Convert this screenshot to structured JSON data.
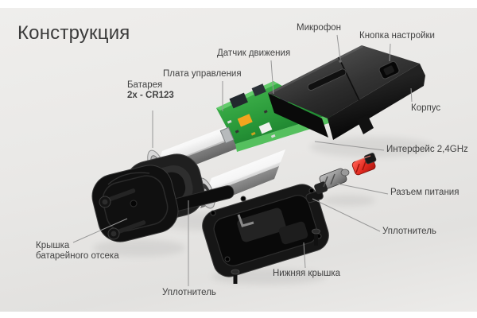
{
  "title": "Конструкция",
  "labels": {
    "battery": {
      "line1": "Батарея",
      "line2": "2x - CR123"
    },
    "control_board": "Плата управления",
    "motion_sensor": "Датчик движения",
    "microphone": "Микрофон",
    "setup_button": "Кнопка настройки",
    "case": "Корпус",
    "interface": "Интерфейс 2,4GHz",
    "power_connector": "Разъем питания",
    "seal_right": "Уплотнитель",
    "bottom_cover": "Нижняя крышка",
    "seal_left": "Уплотнитель",
    "battery_cover": {
      "line1": "Крышка",
      "line2": "батарейного отсека"
    }
  },
  "colors": {
    "background": "#e8e7e5",
    "case_black": "#1e1e1e",
    "pcb_green": "#2f9e40",
    "connector_red": "#e0281e",
    "chrome": "#cfcfcf",
    "label_text": "#424242",
    "leader_line": "#979797"
  }
}
